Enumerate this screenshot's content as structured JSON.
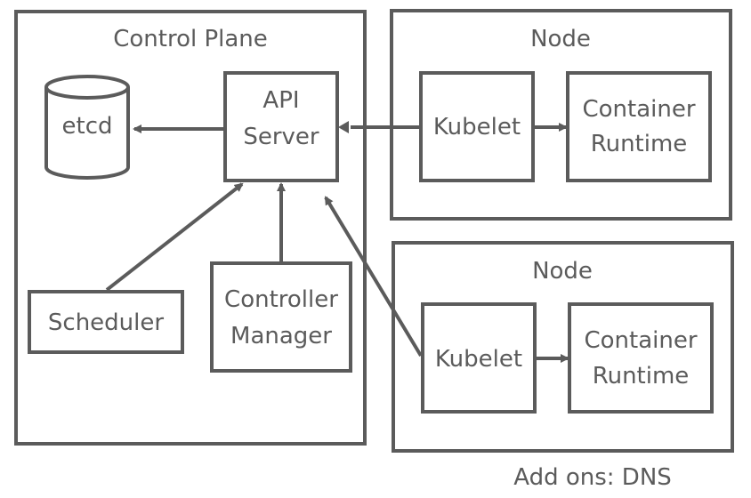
{
  "control_plane": {
    "title": "Control Plane",
    "etcd": "etcd",
    "api_server": [
      "API",
      "Server"
    ],
    "scheduler": "Scheduler",
    "controller_manager": [
      "Controller",
      "Manager"
    ]
  },
  "nodes": [
    {
      "title": "Node",
      "kubelet": "Kubelet",
      "runtime": [
        "Container",
        "Runtime"
      ]
    },
    {
      "title": "Node",
      "kubelet": "Kubelet",
      "runtime": [
        "Container",
        "Runtime"
      ]
    }
  ],
  "footer": "Add ons: DNS",
  "colors": {
    "stroke": "#5b5b5b",
    "background": "#ffffff"
  }
}
